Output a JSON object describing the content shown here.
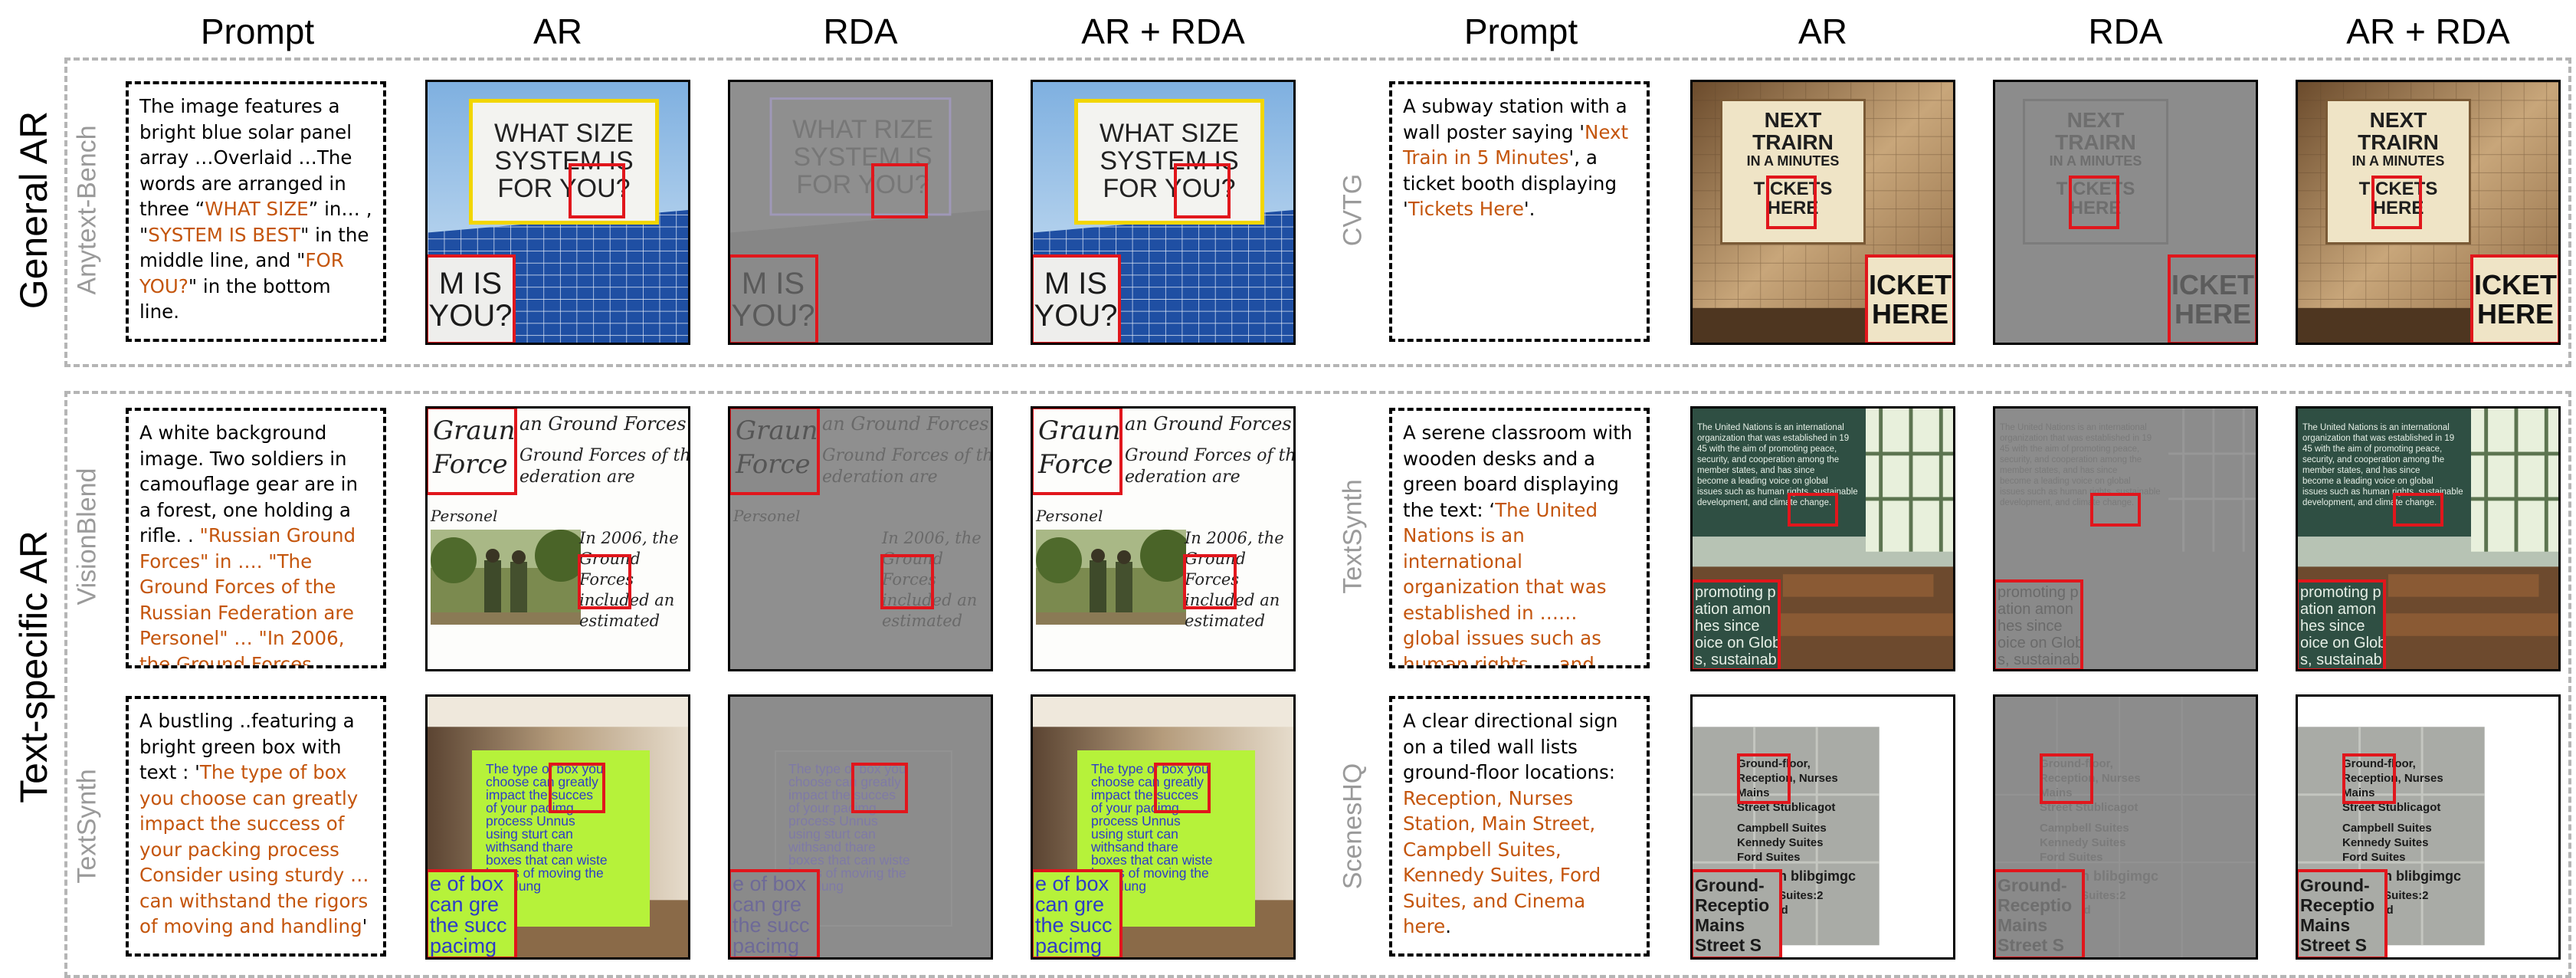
{
  "columns": {
    "left": [
      "Prompt",
      "AR",
      "RDA",
      "AR + RDA"
    ],
    "right": [
      "Prompt",
      "AR",
      "RDA",
      "AR + RDA"
    ]
  },
  "row_groups": {
    "general": "General AR",
    "text_specific": "Text-specific AR"
  },
  "datasets": {
    "r1_left": "Anytext-Bench",
    "r1_right": "CVTG",
    "r2_left": "VisionBlend",
    "r2_right": "TextSynth",
    "r3_left": "TextSynth",
    "r3_right": "ScenesHQ"
  },
  "prompts": {
    "r1_left": [
      {
        "t": "The image features a bright blue solar panel array …Overlaid …The words are arranged in three “"
      },
      {
        "t": "WHAT SIZE",
        "hl": true
      },
      {
        "t": "” in… , \""
      },
      {
        "t": "SYSTEM IS BEST",
        "hl": true
      },
      {
        "t": "\" in the middle line, and \""
      },
      {
        "t": "FOR YOU?",
        "hl": true
      },
      {
        "t": "\" in the bottom line."
      }
    ],
    "r1_right": [
      {
        "t": "A subway station with a wall poster saying '"
      },
      {
        "t": "Next Train in 5 Minutes",
        "hl": true
      },
      {
        "t": "', a ticket booth displaying '"
      },
      {
        "t": "Tickets Here",
        "hl": true
      },
      {
        "t": "'."
      }
    ],
    "r2_left": [
      {
        "t": "A white background image. Two soldiers in camouflage gear are in a forest, one holding a rifle. . "
      },
      {
        "t": "\"Russian Ground Forces\" in …. \"The Ground Forces of the Russian Federation are Personel\" … \"In 2006, the Ground Forces included an estimated\"",
        "hl": true
      }
    ],
    "r2_right": [
      {
        "t": "A serene classroom with wooden desks and a green board displaying the text: ‘"
      },
      {
        "t": "The United Nations is an international organization that was established in …… global issues such as human rights, …and climate change.",
        "hl": true
      },
      {
        "t": "’ …."
      }
    ],
    "r3_left": [
      {
        "t": "A bustling ..featuring a bright green box with text : '"
      },
      {
        "t": "The type of box you choose can greatly impact the success of your packing process Consider using sturdy … can withstand the rigors of moving and handling",
        "hl": true
      },
      {
        "t": "'"
      }
    ],
    "r3_right": [
      {
        "t": "A clear directional sign on a tiled wall lists ground-floor locations: "
      },
      {
        "t": "Reception, Nurses Station, Main Street, Campbell Suites, Kennedy Suites, Ford Suites, and Cinema here",
        "hl": true
      },
      {
        "t": "."
      }
    ]
  },
  "image_text": {
    "solar_sign": [
      "WHAT SIZE",
      "SYSTEM IS",
      "FOR YOU?"
    ],
    "solar_sign_rda": [
      "WHAT RIZE",
      "SYSTEM IS",
      "FOR YOU?"
    ],
    "solar_zoom": [
      "M IS",
      "YOU?"
    ],
    "subway_sign": [
      "NEXT",
      "TRAIRN",
      "IN A MINUTES"
    ],
    "subway_ticket": [
      "TICKETS",
      "HERE"
    ],
    "subway_zoom": [
      "ICKET",
      "HERE"
    ],
    "soldier_head": "an Ground Forces",
    "soldier_lines": [
      "Ground Forces of the",
      "ederation are"
    ],
    "soldier_personel": "Personel",
    "soldier_right": [
      "In 2006, the",
      "Ground",
      "Forces",
      "included an",
      "estimated"
    ],
    "soldier_zoom": [
      "Graun",
      "Force"
    ],
    "classroom_lines": [
      "The United Nations is an international",
      "organization that was established in 19",
      "45 with the aim of promoting peace,",
      "security, and cooperation among the",
      "member states, and has since",
      "become a leading voice on global",
      "issues such as human rights, sustainable",
      "development, and climate change."
    ],
    "classroom_zoom": [
      "promoting p",
      "ation amon",
      "hes since",
      "oice on Glob",
      "s, sustainab"
    ],
    "box_lines": [
      "The type of box you",
      "choose can greatly",
      "impact the succes",
      "of your pacimg",
      "process Unnus",
      "using sturt can",
      "withsand thare",
      "boxes that can wiste",
      "hrees of moving the",
      "handlung"
    ],
    "box_zoom": [
      "e of box",
      "can gre",
      "the succ",
      "pacimg"
    ],
    "sign_lines": [
      "Ground-floor,",
      "Reception, Nurses",
      "Mains",
      "Street Stublicagot",
      "Campbell Suites",
      "Kennedy Suites",
      "Ford Suites",
      "Cen am blibgimgc",
      "Fenner Suites:2",
      "Sunes.cd"
    ],
    "sign_zoom": [
      "Ground-",
      "Receptio",
      "Mains",
      "Street S"
    ]
  }
}
